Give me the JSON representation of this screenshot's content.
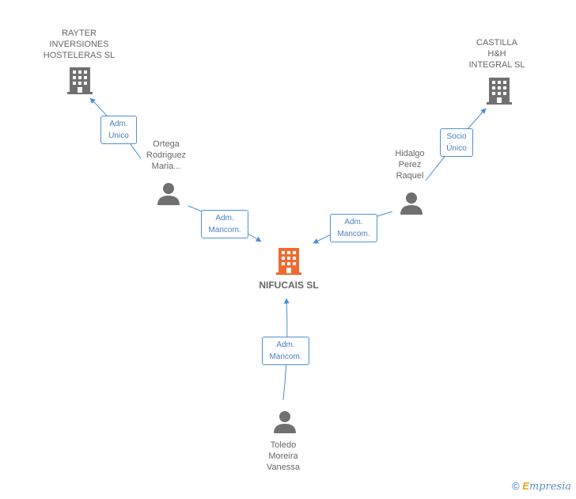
{
  "nodes": {
    "rayter": {
      "label": "RAYTER\nINVERSIONES\nHOSTELERAS SL",
      "type": "company"
    },
    "castilla": {
      "label": "CASTILLA\nH&H\nINTEGRAL SL",
      "type": "company"
    },
    "ortega": {
      "label": "Ortega\nRodriguez\nMaria...",
      "type": "person"
    },
    "hidalgo": {
      "label": "Hidalgo\nPerez\nRaquel",
      "type": "person"
    },
    "nifucais": {
      "label": "NIFUCAIS SL",
      "type": "company-main"
    },
    "toledo": {
      "label": "Toledo\nMoreira\nVanessa",
      "type": "person"
    }
  },
  "edges": [
    {
      "from": "ortega",
      "to": "rayter",
      "label": "Adm.\nUnico"
    },
    {
      "from": "hidalgo",
      "to": "castilla",
      "label": "Socio\nÚnico"
    },
    {
      "from": "ortega",
      "to": "nifucais",
      "label": "Adm.\nMancom."
    },
    {
      "from": "hidalgo",
      "to": "nifucais",
      "label": "Adm.\nMancom."
    },
    {
      "from": "toledo",
      "to": "nifucais",
      "label": "Adm.\nMancom."
    }
  ],
  "colors": {
    "edge": "#4a90d9",
    "icon_gray": "#707070",
    "icon_main": "#f06a30"
  },
  "footer": {
    "copyright": "©",
    "brand_initial": "E",
    "brand_rest": "mpresia"
  }
}
